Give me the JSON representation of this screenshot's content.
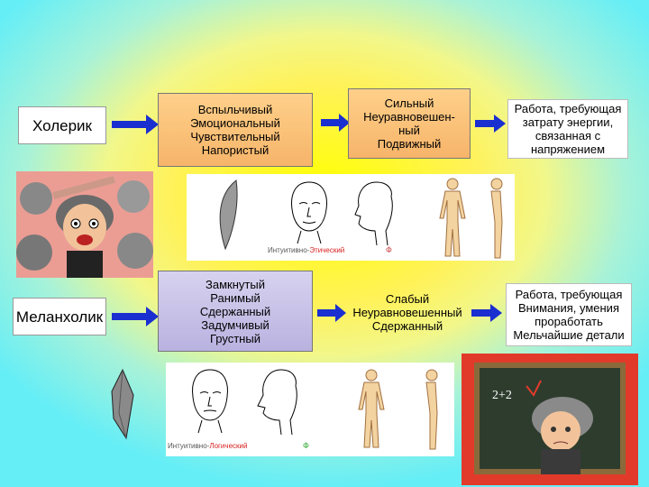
{
  "rows": [
    {
      "type": "Холерик",
      "traits": "Вспыльчивый\nЭмоциональный\nЧувствительный\nНапористый",
      "nervous": "Сильный\nНеуравновешен-\nный\nПодвижный",
      "work": "Работа, требующая\nзатрату энергии,\nсвязанная с\nнапряжением",
      "caption_pre": "Интуитивно-",
      "caption_post": "Этический",
      "socionics_symbol": "Ф"
    },
    {
      "type": "Меланхолик",
      "traits": "Замкнутый\nРанимый\nСдержанный\nЗадумчивый\nГрустный",
      "nervous": "Слабый\nНеуравновешенный\nСдержанный",
      "work": "Работа, требующая\nВнимания, умения\nпроработать\nМельчайшие детали",
      "caption_pre": "Интуитивно-",
      "caption_post": "Логический",
      "socionics_symbol": "Ф"
    }
  ],
  "icons": {
    "arrow": "right-arrow-icon",
    "choleric_illustration": "angry-boy-illustration",
    "melancholic_illustration": "sad-boy-blackboard-illustration"
  },
  "blackboard_text": "2+2",
  "colors": {
    "arrow": "#1a2fd0",
    "choleric_frame": "#e85a4a",
    "blackboard_frame": "#e23a2a",
    "blackboard": "#2e3c2e"
  }
}
